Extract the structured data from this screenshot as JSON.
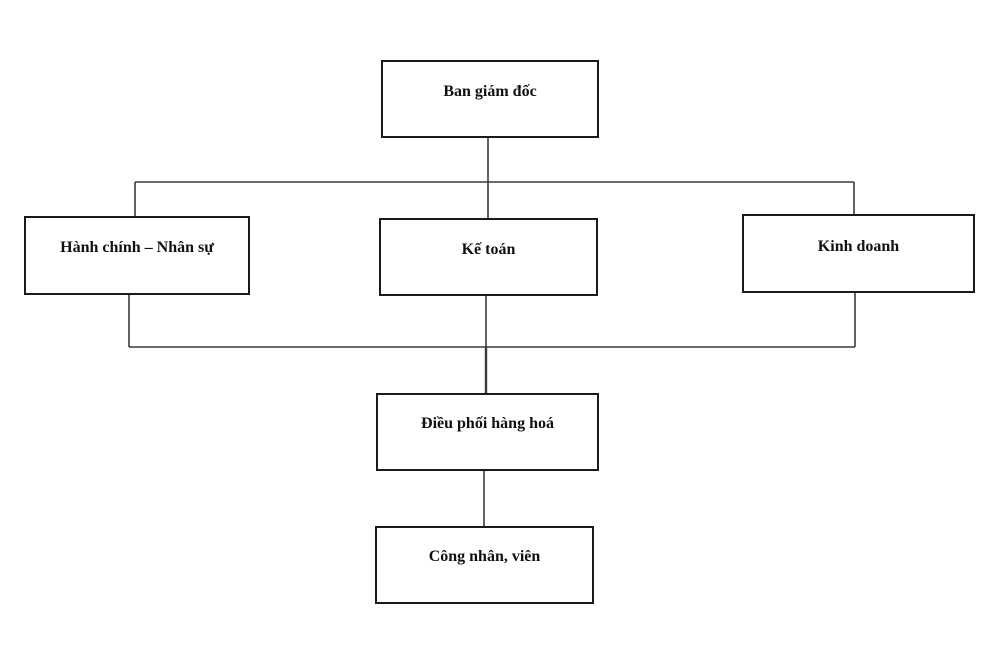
{
  "diagram": {
    "nodes": {
      "board": "Ban giám đốc",
      "hr_admin": "Hành chính – Nhân sự",
      "accounting": "Kế toán",
      "sales": "Kinh doanh",
      "distribution": "Điều phối hàng hoá",
      "staff": "Công nhân, viên"
    },
    "edges": [
      [
        "Ban giám đốc",
        "Hành chính – Nhân sự"
      ],
      [
        "Ban giám đốc",
        "Kế toán"
      ],
      [
        "Ban giám đốc",
        "Kinh doanh"
      ],
      [
        "Hành chính – Nhân sự",
        "Điều phối hàng hoá"
      ],
      [
        "Kế toán",
        "Điều phối hàng hoá"
      ],
      [
        "Kinh doanh",
        "Điều phối hàng hoá"
      ],
      [
        "Điều phối hàng hoá",
        "Công nhân, viên"
      ]
    ],
    "colors": {
      "box_border": "#1a1a1a",
      "connector": "#3a3a3a",
      "text": "#111111",
      "background": "#ffffff"
    }
  }
}
